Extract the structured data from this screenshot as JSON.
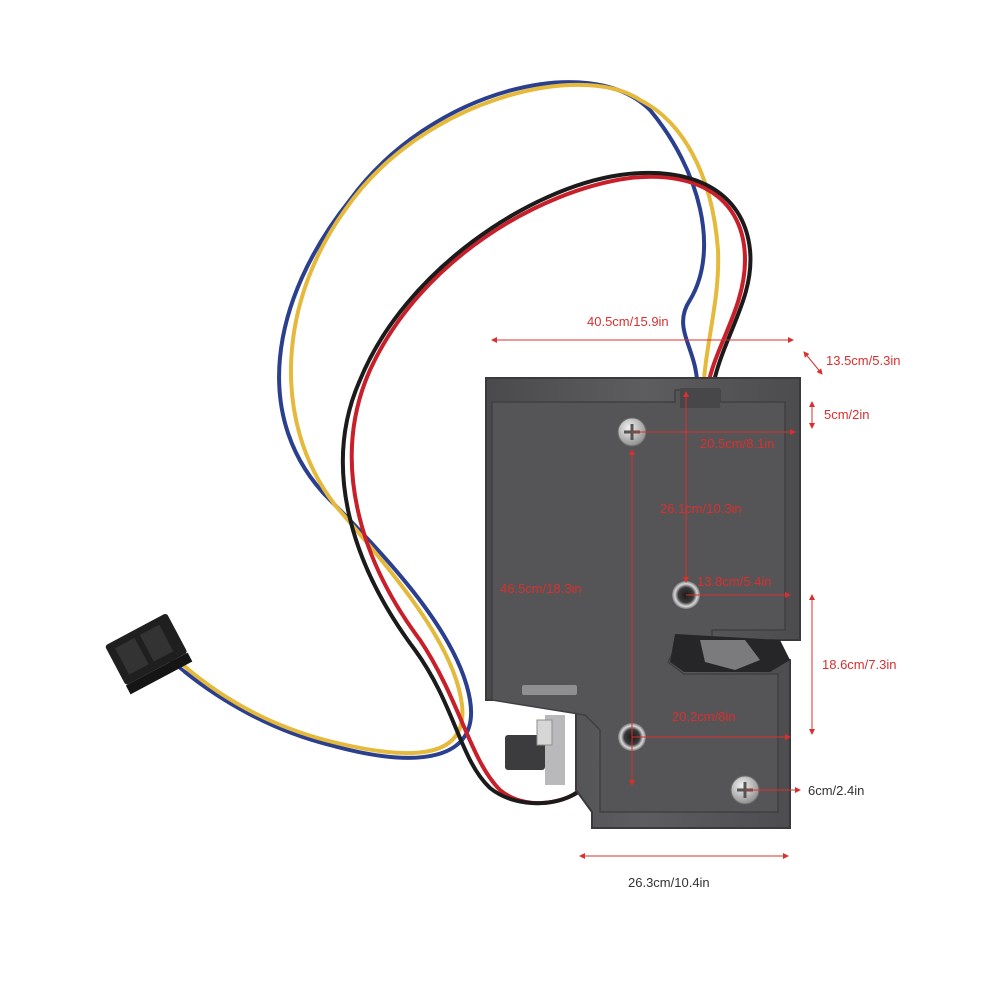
{
  "colors": {
    "background": "#ffffff",
    "lock_body": "#5a5a5c",
    "lock_edge": "#3a3a3c",
    "dimension_line": "#d9302f",
    "wire_blue": "#2b3f8f",
    "wire_yellow": "#e5b93c",
    "wire_red": "#c8202a",
    "wire_black": "#1b1b1b",
    "connector": "#1f1f1f",
    "screw": "#c9c9c9"
  },
  "dimensions": {
    "overall_width": "40.5cm/15.9in",
    "top_depth": "13.5cm/5.3in",
    "top_step": "5cm/2in",
    "upper_screw_offset": "20.5cm/8.1in",
    "upper_vertical": "26.1cm/10.3in",
    "middle_hole_offset": "13.8cm/5.4in",
    "body_height": "46.5cm/18.3in",
    "right_lower_height": "18.6cm/7.3in",
    "lower_hole_offset": "20.2cm/8in",
    "lower_screw_offset": "6cm/2.4in",
    "bottom_width": "26.3cm/10.4in"
  }
}
